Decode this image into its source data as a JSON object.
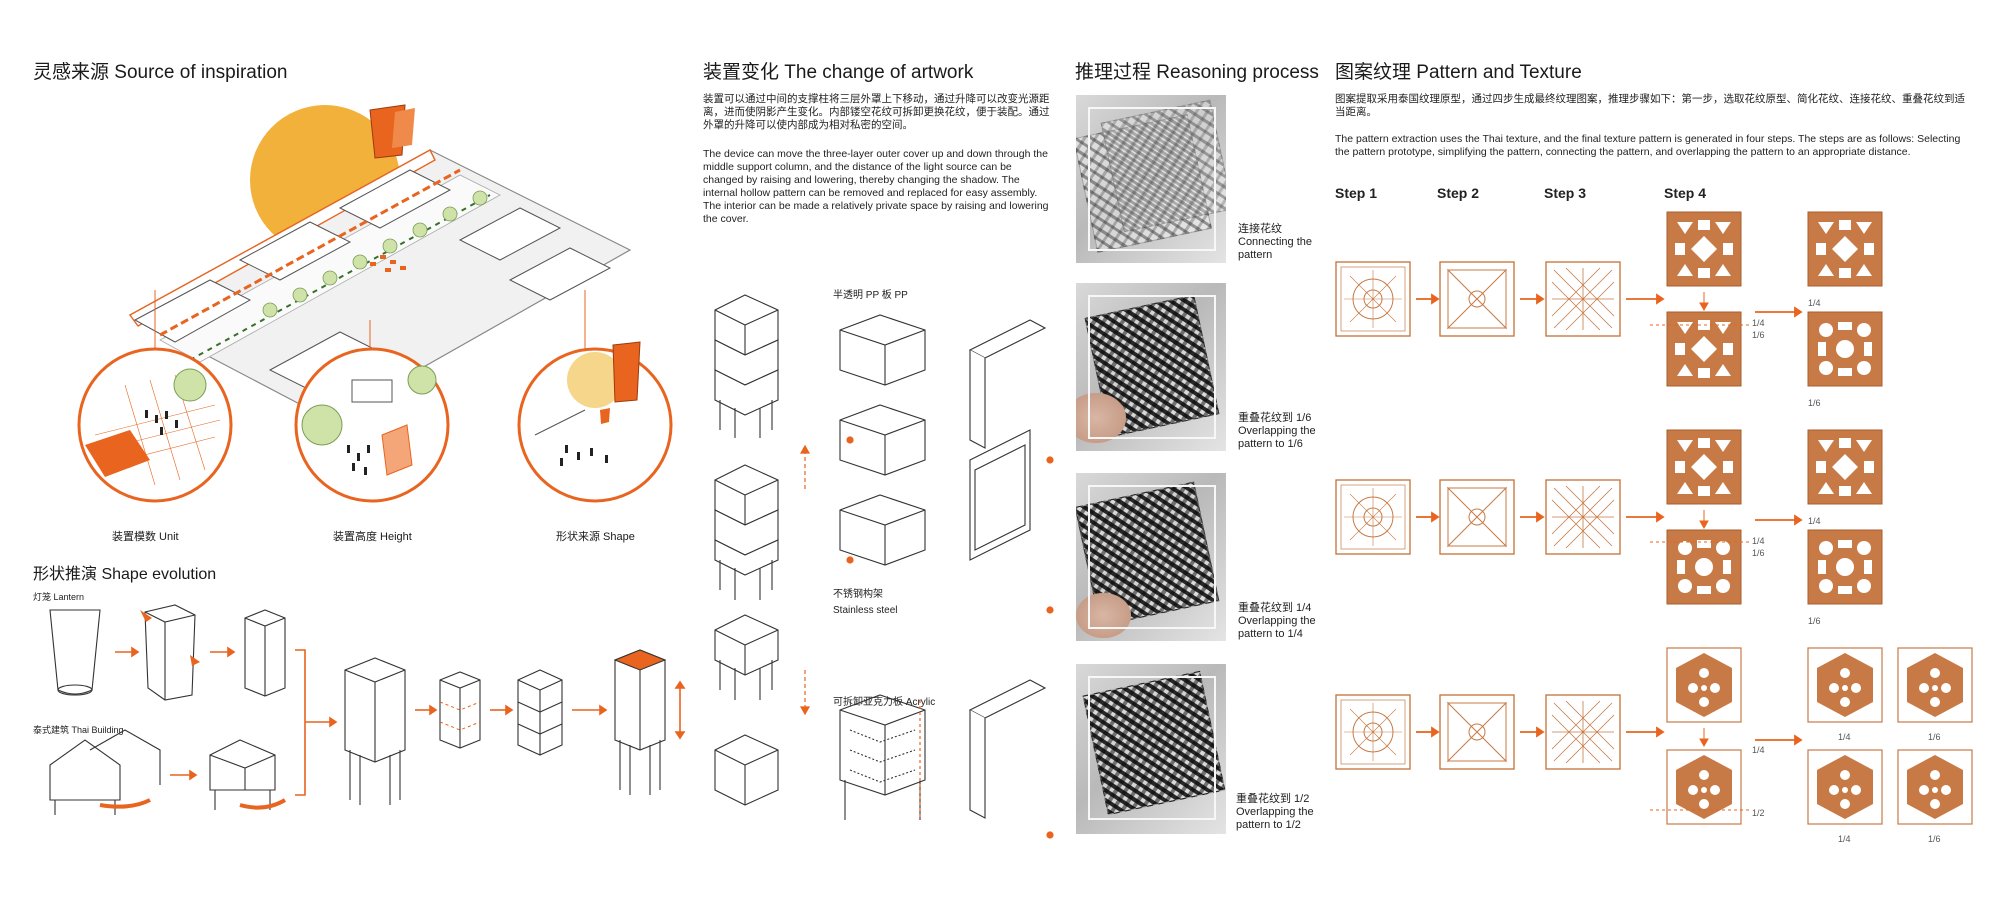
{
  "sections": {
    "inspiration": {
      "title": "灵感来源 Source of inspiration",
      "labels": [
        "装置模数 Unit",
        "装置高度 Height",
        "形状来源 Shape"
      ]
    },
    "shape_evolution": {
      "title": "形状推演 Shape evolution",
      "lantern_label": "灯笼 Lantern",
      "building_label": "泰式建筑 Thai Building"
    },
    "artwork": {
      "title": "装置变化 The change of artwork",
      "text_cn": "装置可以通过中间的支撑柱将三层外罩上下移动，通过升降可以改变光源距离，进而使阴影产生变化。内部镂空花纹可拆卸更换花纹，便于装配。通过外罩的升降可以使内部成为相对私密的空间。",
      "text_en": "The device can move the three-layer outer cover up and down through the middle support column, and the distance of the light source can be changed by raising and lowering, thereby changing the shadow. The internal hollow pattern can be removed and replaced for easy assembly. The interior can be made a relatively private space by raising and lowering the cover.",
      "material_pp": "半透明 PP 板 PP",
      "material_steel_cn": "不锈钢构架",
      "material_steel_en": "Stainless steel",
      "material_acrylic": "可拆卸亚克力板 Acrylic"
    },
    "reasoning": {
      "title": "推理过程 Reasoning process",
      "steps": [
        {
          "cn": "连接花纹",
          "en1": "Connecting the",
          "en2": "pattern"
        },
        {
          "cn": "重叠花纹到 1/6",
          "en1": "Overlapping the",
          "en2": "pattern to 1/6"
        },
        {
          "cn": "重叠花纹到 1/4",
          "en1": "Overlapping the",
          "en2": "pattern to 1/4"
        },
        {
          "cn": "重叠花纹到 1/2",
          "en1": "Overlapping the",
          "en2": "pattern to 1/2"
        }
      ]
    },
    "pattern": {
      "title": "图案纹理 Pattern and Texture",
      "text_cn": "图案提取采用泰国纹理原型，通过四步生成最终纹理图案，推理步骤如下：第一步，选取花纹原型、简化花纹、连接花纹、重叠花纹到适当距离。",
      "text_en": "The pattern extraction uses the Thai texture, and the final texture pattern is generated in four steps. The steps are as follows: Selecting the pattern prototype, simplifying the pattern, connecting the pattern, and overlapping the pattern to an appropriate distance.",
      "steps": [
        "Step 1",
        "Step 2",
        "Step 3",
        "Step 4"
      ],
      "fractions": {
        "row1": [
          "1/4",
          "1/6",
          "1/4",
          "1/6"
        ],
        "row2": [
          "1/4",
          "1/6",
          "1/4",
          "1/6"
        ],
        "row3": [
          "1/4",
          "1/6",
          "1/4",
          "1/6",
          "1/4",
          "1/2"
        ]
      }
    }
  },
  "colors": {
    "accent": "#e8641f",
    "accent_light": "#f2b13a",
    "tile": "#c77a45",
    "line": "#333333"
  }
}
